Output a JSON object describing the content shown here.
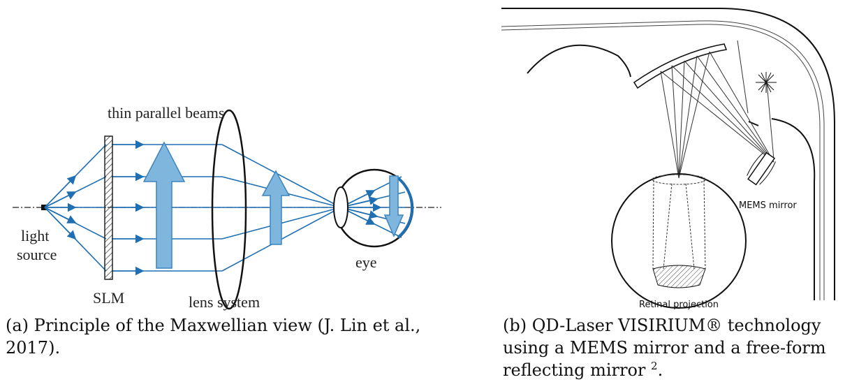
{
  "figure_a": {
    "labels": {
      "beams": "thin parallel beams",
      "light_line1": "light",
      "light_line2": "source",
      "slm": "SLM",
      "lens": "lens system",
      "eye": "eye"
    },
    "caption": "(a) Principle of the Maxwellian view (J. Lin et al., 2017)."
  },
  "figure_b": {
    "labels": {
      "mems": "MEMS mirror",
      "retinal": "Retinal projection"
    },
    "caption_text": "(b) QD-Laser VISIRIUM® technology using a MEMS mirror and a free-form reflecting mirror",
    "caption_sup": "2",
    "caption_end": "."
  },
  "colors": {
    "beam": "#1f6fb2",
    "arrow_fill": "#7fb6de",
    "arrow_stroke": "#3b85c0",
    "outline": "#111111"
  }
}
